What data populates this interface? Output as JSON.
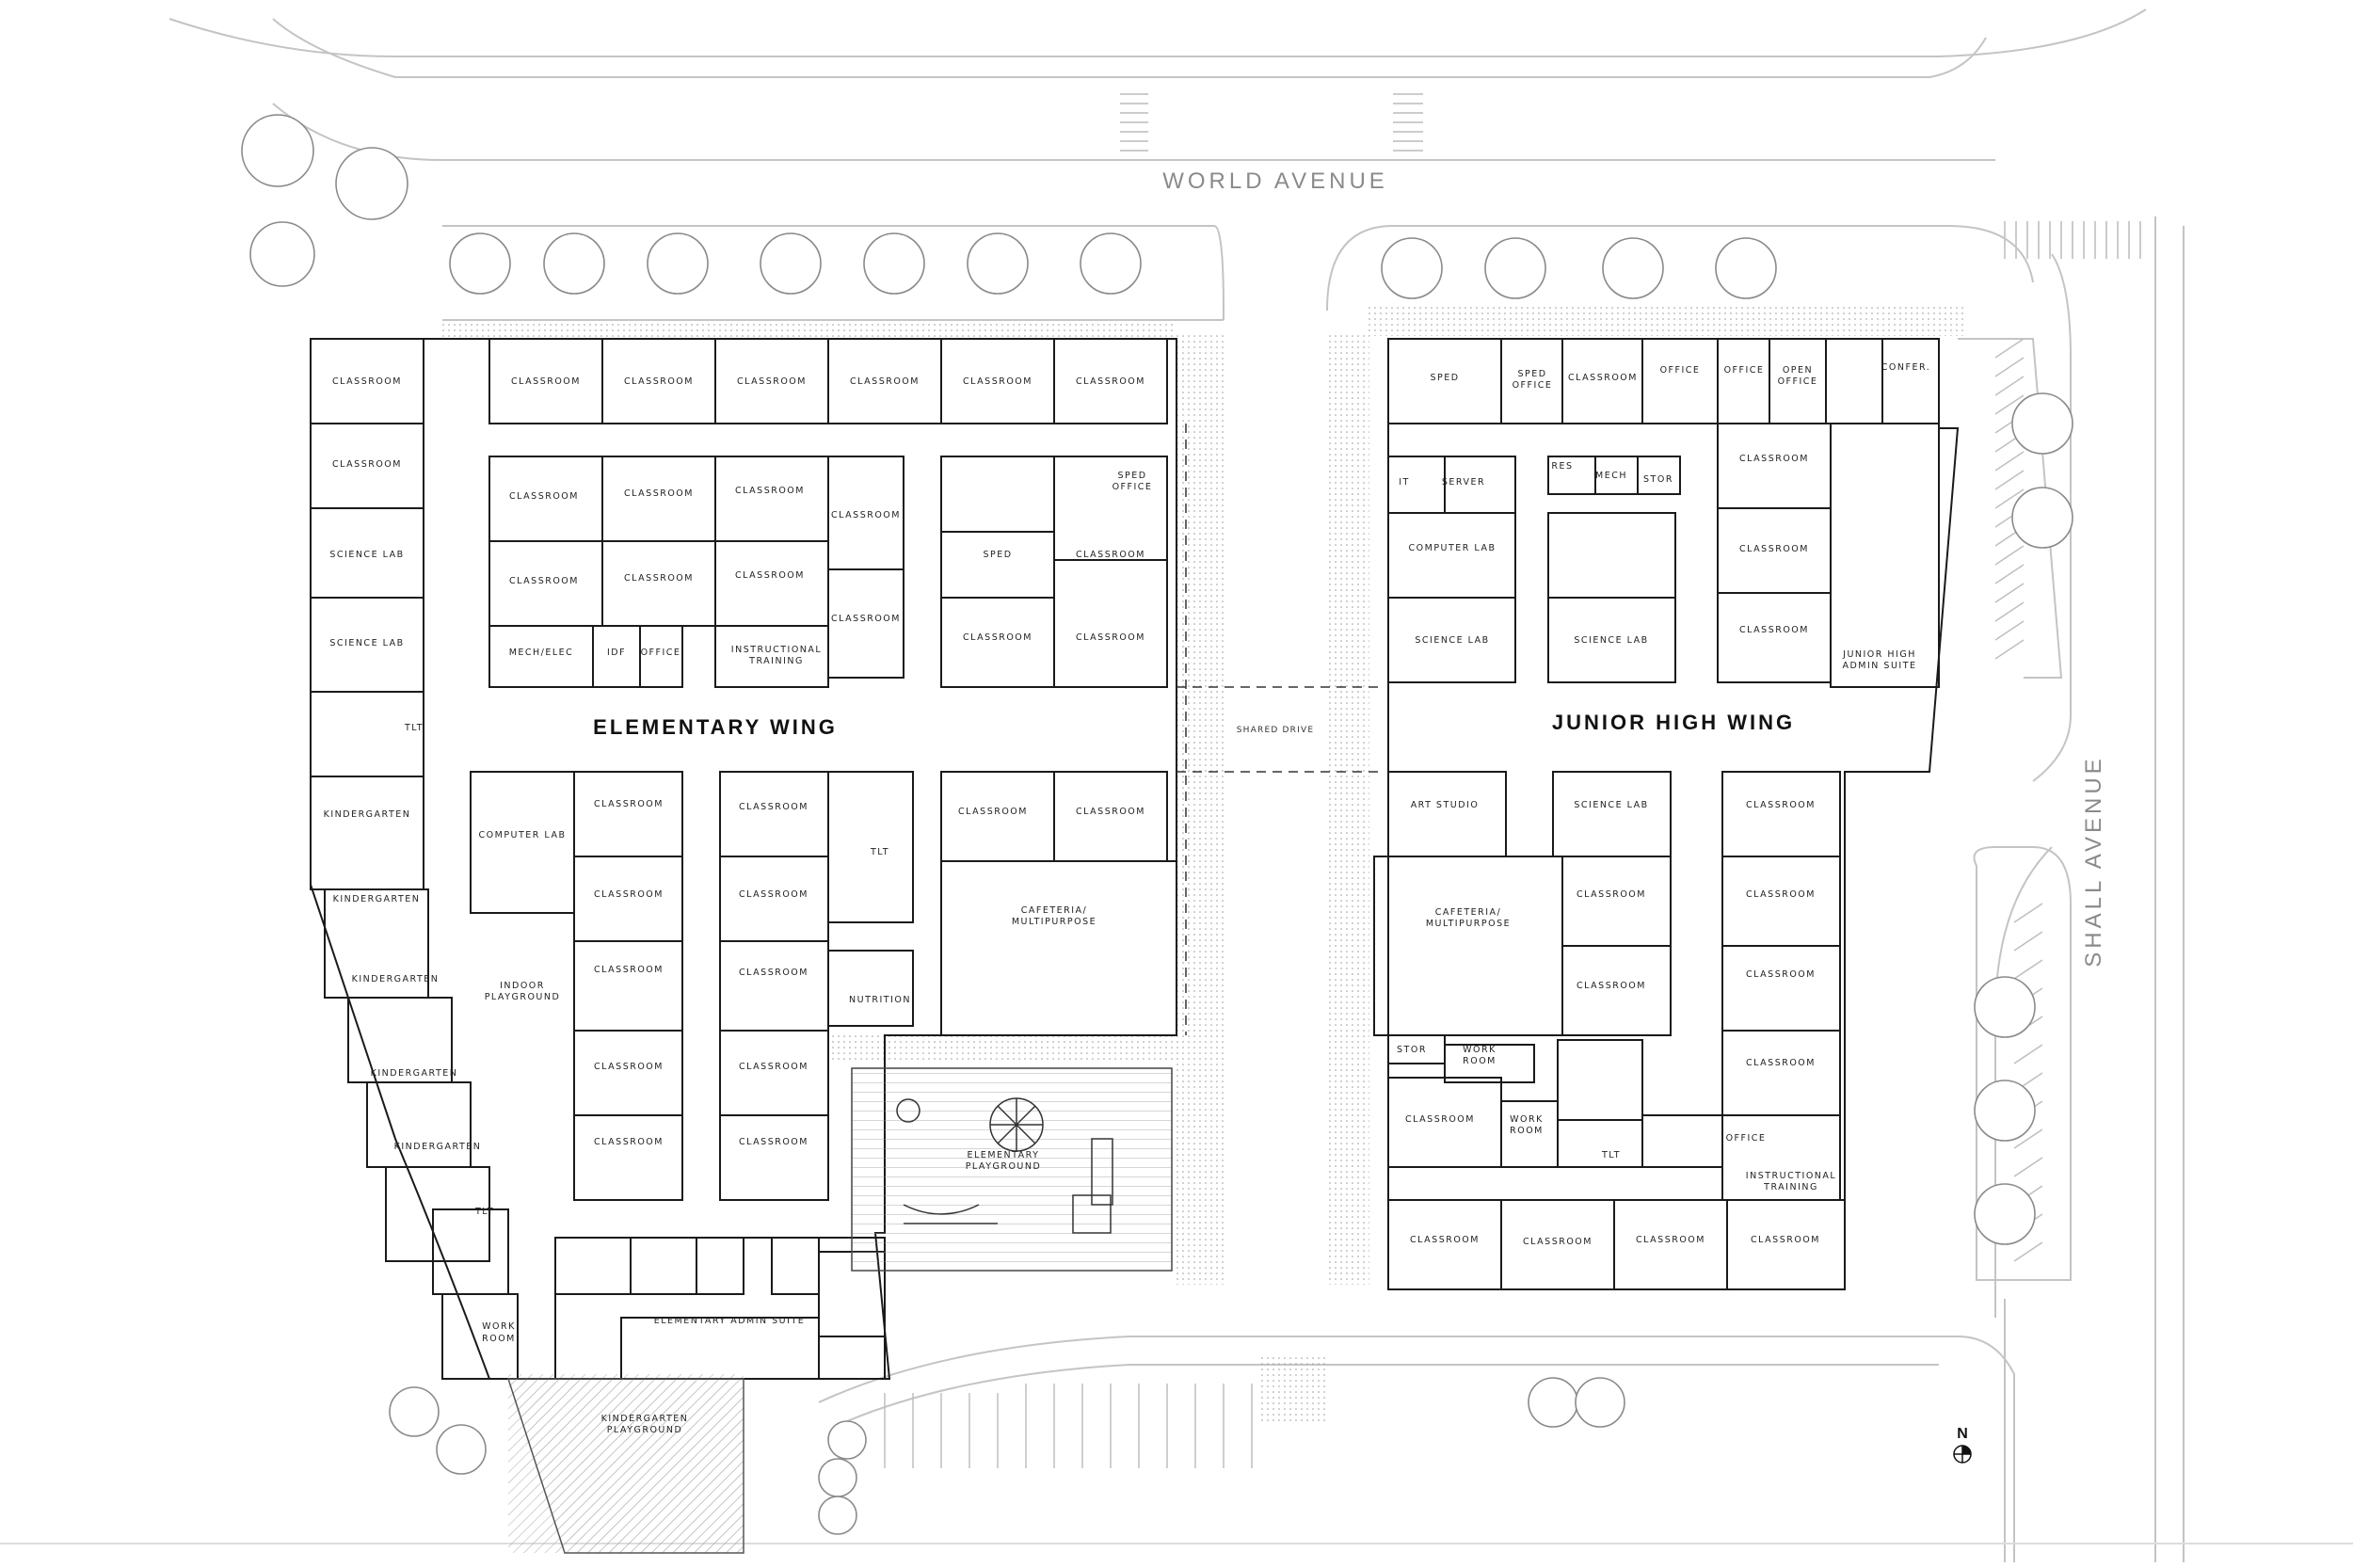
{
  "streets": {
    "world": "WORLD AVENUE",
    "shall": "SHALL AVENUE"
  },
  "wings": {
    "elementary": "ELEMENTARY WING",
    "junior": "JUNIOR HIGH WING"
  },
  "shared_drive": "SHARED DRIVE",
  "north": "N",
  "rooms": {
    "classroom": "CLASSROOM",
    "science_lab": "SCIENCE LAB",
    "tlt": "TLT",
    "kindergarten": "KINDERGARTEN",
    "computer_lab": "COMPUTER LAB",
    "indoor_playground": [
      "INDOOR",
      "PLAYGROUND"
    ],
    "sped": "SPED",
    "sped_office": [
      "SPED",
      "OFFICE"
    ],
    "mech_elec": "MECH/ELEC",
    "idf": "IDF",
    "office": "OFFICE",
    "instructional_training": [
      "INSTRUCTIONAL",
      "TRAINING"
    ],
    "nutrition": "NUTRITION",
    "cafeteria": [
      "CAFETERIA/",
      "MULTIPURPOSE"
    ],
    "elementary_playground": [
      "ELEMENTARY",
      "PLAYGROUND"
    ],
    "elementary_admin": "ELEMENTARY ADMIN SUITE",
    "work_room": [
      "WORK",
      "ROOM"
    ],
    "kindergarten_playground": [
      "KINDERGARTEN",
      "PLAYGROUND"
    ],
    "open_office": [
      "OPEN",
      "OFFICE"
    ],
    "confer": "CONFER.",
    "it": "IT",
    "server": "SERVER",
    "res": "RES",
    "mech": "MECH",
    "stor": "STOR",
    "jh_admin": [
      "JUNIOR HIGH",
      "ADMIN SUITE"
    ],
    "art_studio": "ART STUDIO"
  }
}
